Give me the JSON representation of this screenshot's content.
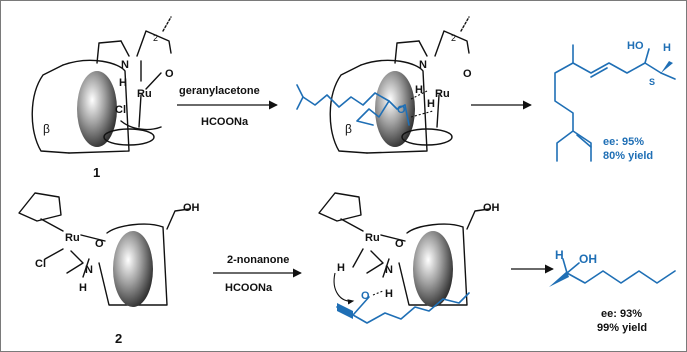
{
  "reaction1": {
    "compound_number": "1",
    "reagent": "geranylacetone",
    "cosolvent": "HCOONa",
    "beta_label": "β",
    "position_label": "2",
    "atoms": {
      "n": "N",
      "h": "H",
      "ru": "Ru",
      "o": "O",
      "cl": "Cl",
      "ho": "HO",
      "s": "S"
    },
    "ee": "ee: 95%",
    "yield": "80% yield"
  },
  "reaction2": {
    "compound_number": "2",
    "reagent": "2-nonanone",
    "cosolvent": "HCOONa",
    "atoms": {
      "n": "N",
      "h": "H",
      "ru": "Ru",
      "o": "O",
      "cl": "Cl",
      "oh": "OH"
    },
    "ee": "ee: 93%",
    "yield": "99% yield"
  },
  "colors": {
    "product": "#1f6fb5",
    "structure": "#111111"
  }
}
